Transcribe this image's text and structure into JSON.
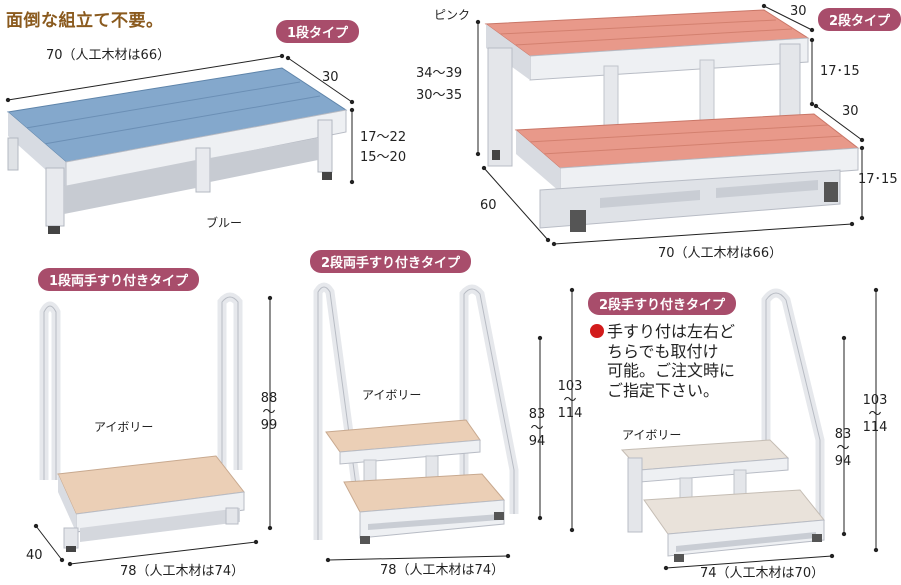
{
  "headline": "面倒な組立て不要。",
  "products": {
    "one_step": {
      "title": "1段タイプ",
      "color": "ブルー",
      "width": "70（人工木材は66）",
      "depth": "30",
      "height_a": "17〜22",
      "height_b": "15〜20"
    },
    "two_step": {
      "title": "2段タイプ",
      "color": "ピンク",
      "top_depth": "30",
      "upper_height": "17･15",
      "mid_depth": "30",
      "lower_height": "17･15",
      "total_height_a": "34〜39",
      "total_height_b": "30〜35",
      "depth": "60",
      "width": "70（人工木材は66）"
    },
    "one_step_rails": {
      "title": "1段両手すり付きタイプ",
      "color": "アイボリー",
      "height": [
        "88",
        "〜",
        "99"
      ],
      "depth": "40",
      "width": "78（人工木材は74）"
    },
    "two_step_rails": {
      "title": "2段両手すり付きタイプ",
      "color": "アイボリー",
      "height_step": [
        "83",
        "〜",
        "94"
      ],
      "height_rail": [
        "103",
        "〜",
        "114"
      ],
      "width": "78（人工木材は74）"
    },
    "two_step_rail": {
      "title": "2段手すり付きタイプ",
      "color": "アイボリー",
      "height_step": [
        "83",
        "〜",
        "94"
      ],
      "height_rail": [
        "103",
        "〜",
        "114"
      ],
      "width": "74（人工木材は70）"
    }
  },
  "note_lines": [
    "手すり付は左右ど",
    "ちらでも取付け",
    "可能。ご注文時に",
    "ご指定下さい。"
  ],
  "colors": {
    "pill": "#a84d6b",
    "headline": "#8a5a1e",
    "blue_top": "#7fa3c8",
    "pink_top": "#e69583",
    "ivory_top": "#e8cdb5",
    "frame": "#e9eaee",
    "bullet": "#d21b1b"
  }
}
